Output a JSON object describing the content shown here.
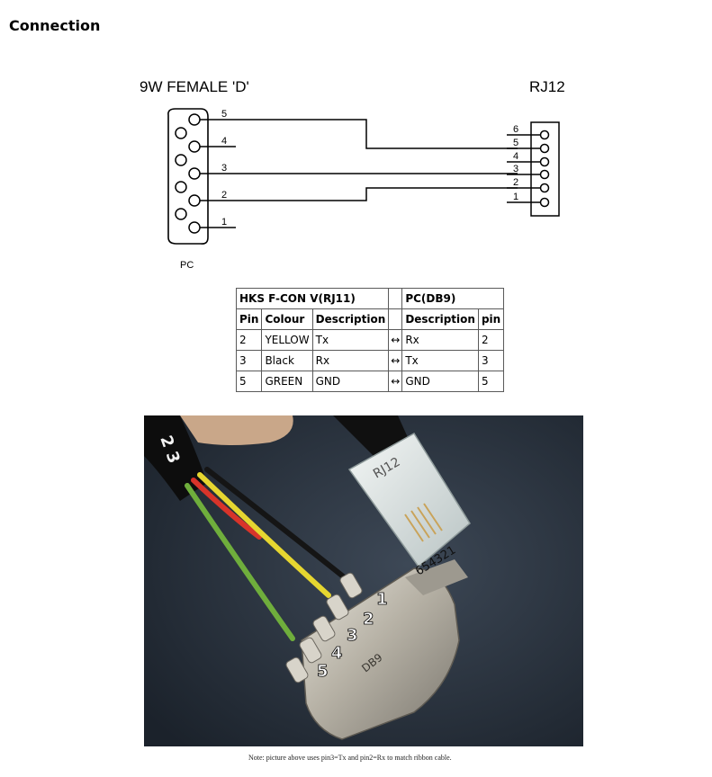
{
  "page": {
    "title": "Connection"
  },
  "diagram": {
    "left_label": "9W FEMALE 'D'",
    "right_label": "RJ12",
    "pc_label": "PC",
    "db9_pins": [
      "5",
      "4",
      "3",
      "2",
      "1"
    ],
    "rj12_pins": [
      "6",
      "5",
      "4",
      "3",
      "2",
      "1"
    ]
  },
  "table": {
    "group_left": "HKS F-CON V(RJ11)",
    "group_right": "PC(DB9)",
    "headers": {
      "pin": "Pin",
      "colour": "Colour",
      "description": "Description",
      "description2": "Description",
      "pin2": "pin"
    },
    "arrow": "↔",
    "rows": [
      {
        "pin": "2",
        "colour": "YELLOW",
        "desc_left": "Tx",
        "desc_right": "Rx",
        "pc_pin": "2"
      },
      {
        "pin": "3",
        "colour": "Black",
        "desc_left": "Rx",
        "desc_right": "Tx",
        "pc_pin": "3"
      },
      {
        "pin": "5",
        "colour": "GREEN",
        "desc_left": "GND",
        "desc_right": "GND",
        "pc_pin": "5"
      }
    ]
  },
  "photo": {
    "cable_marking": "2 3",
    "rj12_marking": "RJ12",
    "rj12_pin_marking": "654321",
    "db9_marking": "DB9",
    "pin_numbers": [
      "1",
      "2",
      "3",
      "4",
      "5"
    ],
    "wire_colors": {
      "green": "#6fae3c",
      "red": "#d8342a",
      "yellow": "#e6d630",
      "black": "#151515"
    }
  },
  "note": "Note: picture above uses pin3=Tx and pin2=Rx to match ribbon cable."
}
